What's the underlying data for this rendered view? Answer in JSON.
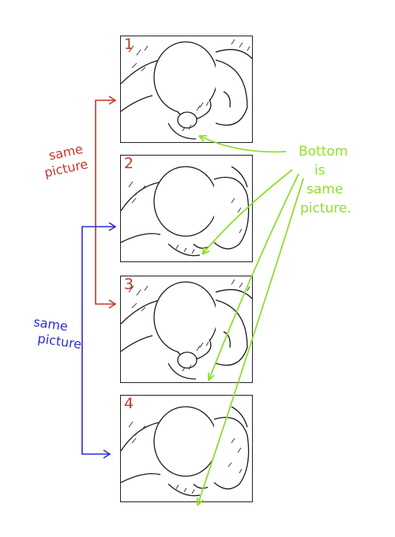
{
  "panels": [
    {
      "number": "1",
      "variant": "a"
    },
    {
      "number": "2",
      "variant": "b"
    },
    {
      "number": "3",
      "variant": "a"
    },
    {
      "number": "4",
      "variant": "b"
    }
  ],
  "annotations": {
    "red_note": [
      "same",
      "picture"
    ],
    "blue_note": [
      "same",
      "picture"
    ],
    "green_note": [
      "Bottom",
      "is",
      "same",
      "picture."
    ]
  },
  "colors": {
    "red": "#c0392b",
    "blue": "#2b2bd6",
    "green": "#8ddf2c",
    "ink": "#1a1a1a"
  }
}
